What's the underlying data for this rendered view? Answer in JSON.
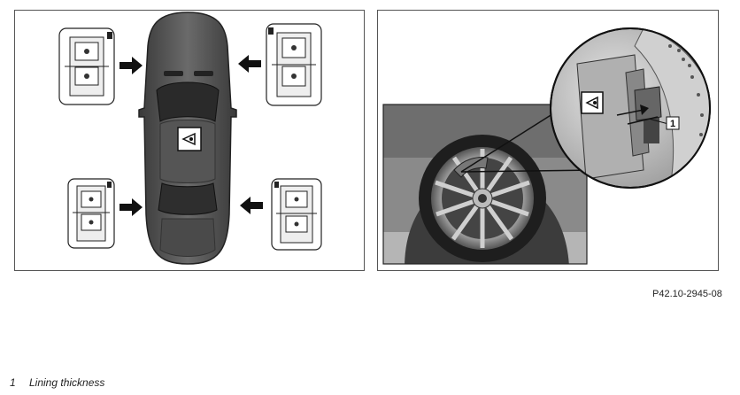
{
  "figure": {
    "code": "P42.10-2945-08",
    "callout_number": "1"
  },
  "legend": {
    "items": [
      {
        "number": "1",
        "text": "Lining thickness"
      }
    ]
  },
  "icons": {
    "inspection": "visual-inspection-icon",
    "arrow": "arrow-icon",
    "caliper": "brake-caliper-icon"
  }
}
